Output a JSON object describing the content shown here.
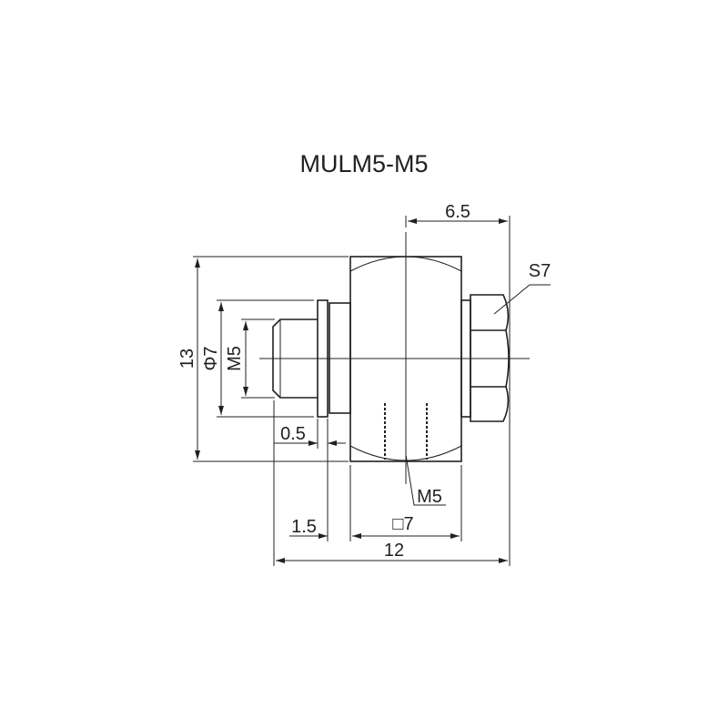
{
  "title": "MULM5-M5",
  "dimensions": {
    "overall_height": "13",
    "flange_diameter": "Φ7",
    "thread_left": "M5",
    "flange_gap": "0.5",
    "flange_width": "1.5",
    "body_square": "□7",
    "overall_length": "12",
    "center_to_end": "6.5",
    "hex_size": "S7",
    "thread_bottom": "M5"
  },
  "colors": {
    "line": "#231f20",
    "background": "#ffffff"
  }
}
